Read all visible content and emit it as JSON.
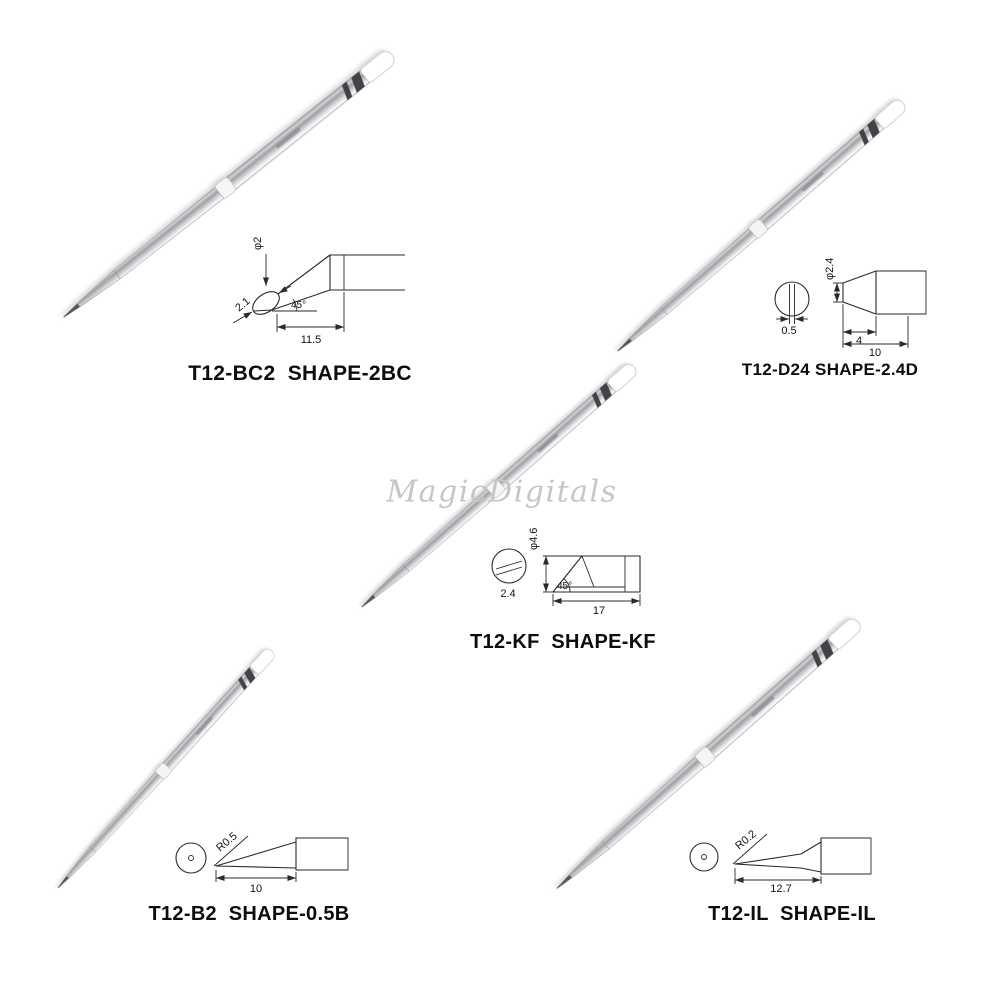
{
  "watermark": "MagicDigitals",
  "products": [
    {
      "model": "T12-BC2",
      "shape": "SHAPE-2BC",
      "label": "T12-BC2  SHAPE-2BC",
      "dims": {
        "diameter": "φ2",
        "width": "2.1",
        "angle": "45°",
        "length": "11.5"
      }
    },
    {
      "model": "T12-D24",
      "shape": "SHAPE-2.4D",
      "label": "T12-D24 SHAPE-2.4D",
      "dims": {
        "diameter": "φ2.4",
        "slot": "0.5",
        "face": "4",
        "length": "10"
      }
    },
    {
      "model": "T12-KF",
      "shape": "SHAPE-KF",
      "label": "T12-KF  SHAPE-KF",
      "dims": {
        "diameter": "φ4.6",
        "thickness": "2.4",
        "angle": "45°",
        "length": "17"
      }
    },
    {
      "model": "T12-B2",
      "shape": "SHAPE-0.5B",
      "label": "T12-B2  SHAPE-0.5B",
      "dims": {
        "radius": "R0.5",
        "length": "10"
      }
    },
    {
      "model": "T12-IL",
      "shape": "SHAPE-IL",
      "label": "T12-IL  SHAPE-IL",
      "dims": {
        "radius": "R0.2",
        "length": "12.7"
      }
    }
  ]
}
